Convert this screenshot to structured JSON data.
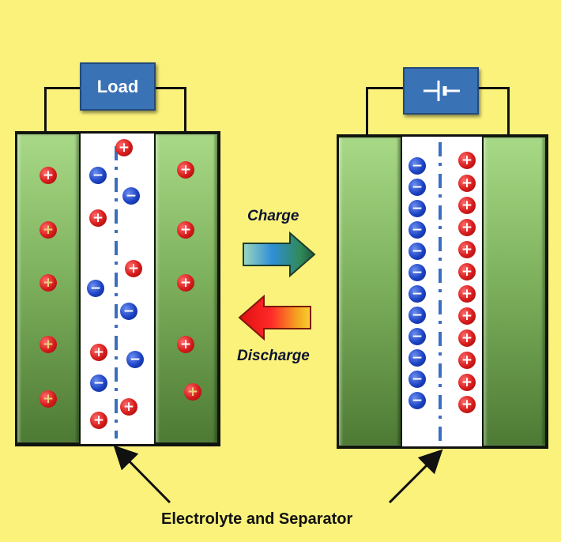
{
  "left_cell": {
    "load_label": "Load"
  },
  "right_cell": {
    "source_icon": "battery-symbol-icon"
  },
  "arrows": {
    "charge_label": "Charge",
    "discharge_label": "Discharge"
  },
  "caption": "Electrolyte and Separator",
  "ion_symbols": {
    "positive": "+",
    "negative": "−"
  },
  "colors": {
    "background": "#fbf27c",
    "box": "#3a72b6",
    "electrode": "#7fb25e",
    "positive_ion": "#d61a1a",
    "negative_ion": "#1c42c4",
    "separator": "#3a6fc0"
  }
}
